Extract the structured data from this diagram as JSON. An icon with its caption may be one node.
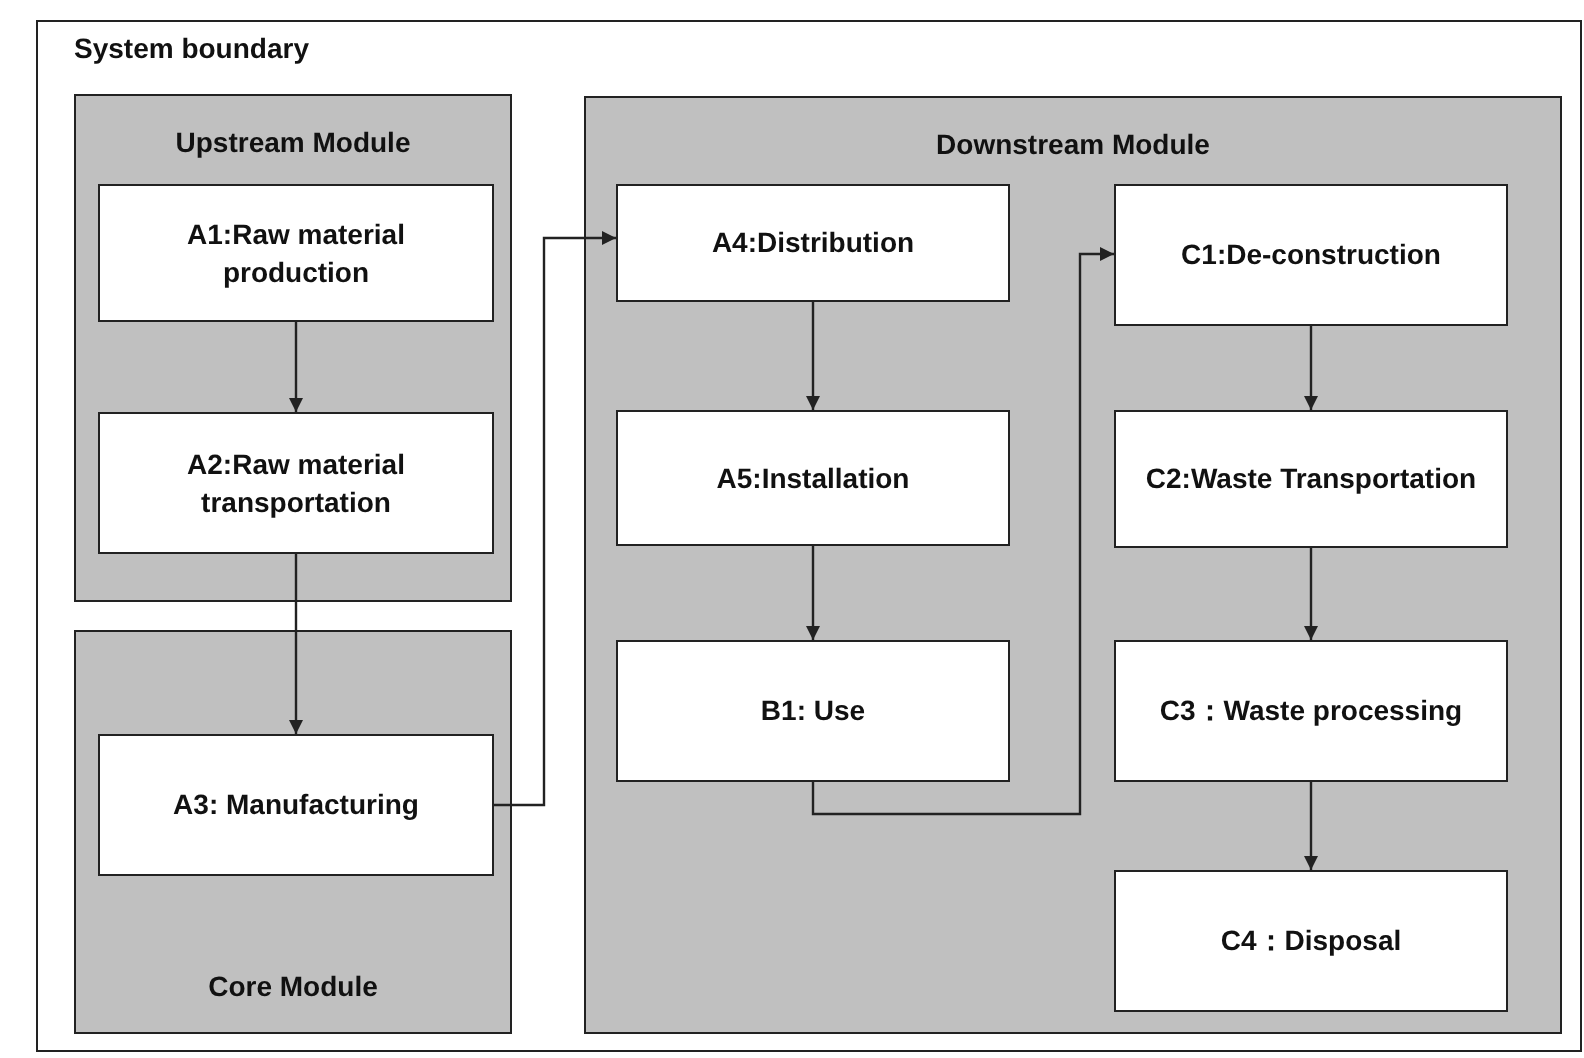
{
  "diagram": {
    "nodes": [
      {
        "text": [
          "System boundary"
        ]
      },
      {
        "text": [
          "Upstream Module"
        ],
        "in": 0
      },
      {
        "text": [
          "A1:Raw material production"
        ],
        "in": 1
      },
      {
        "text": [
          "A2:Raw material transportation"
        ],
        "in": 1
      },
      {
        "text": [
          "Core Module"
        ],
        "in": 0
      },
      {
        "text": [
          "A3: Manufacturing"
        ],
        "in": 4
      },
      {
        "text": [
          "Downstream Module"
        ],
        "in": 0
      },
      {
        "text": [
          "A4:Distribution"
        ],
        "in": 6
      },
      {
        "text": [
          "A5:Installation"
        ],
        "in": 6
      },
      {
        "text": [
          "B1: Use"
        ],
        "in": 6
      },
      {
        "text": [
          "C1:De-construction"
        ],
        "in": 6
      },
      {
        "text": [
          "C2:Waste Transportation"
        ],
        "in": 6
      },
      {
        "text": [
          "C3：Waste processing"
        ],
        "in": 6
      },
      {
        "text": [
          "C4：Disposal"
        ],
        "in": 6
      }
    ],
    "edges": [
      {
        "from": 2,
        "to": 3,
        "arrow": "to"
      },
      {
        "from": 3,
        "to": 5,
        "arrow": "to"
      },
      {
        "from": 5,
        "to": 7,
        "arrow": "to"
      },
      {
        "from": 7,
        "to": 8,
        "arrow": "to"
      },
      {
        "from": 8,
        "to": 9,
        "arrow": "to"
      },
      {
        "from": 9,
        "to": 10,
        "arrow": "to"
      },
      {
        "from": 10,
        "to": 11,
        "arrow": "to"
      },
      {
        "from": 11,
        "to": 12,
        "arrow": "to"
      },
      {
        "from": 12,
        "to": 13,
        "arrow": "to"
      }
    ]
  }
}
